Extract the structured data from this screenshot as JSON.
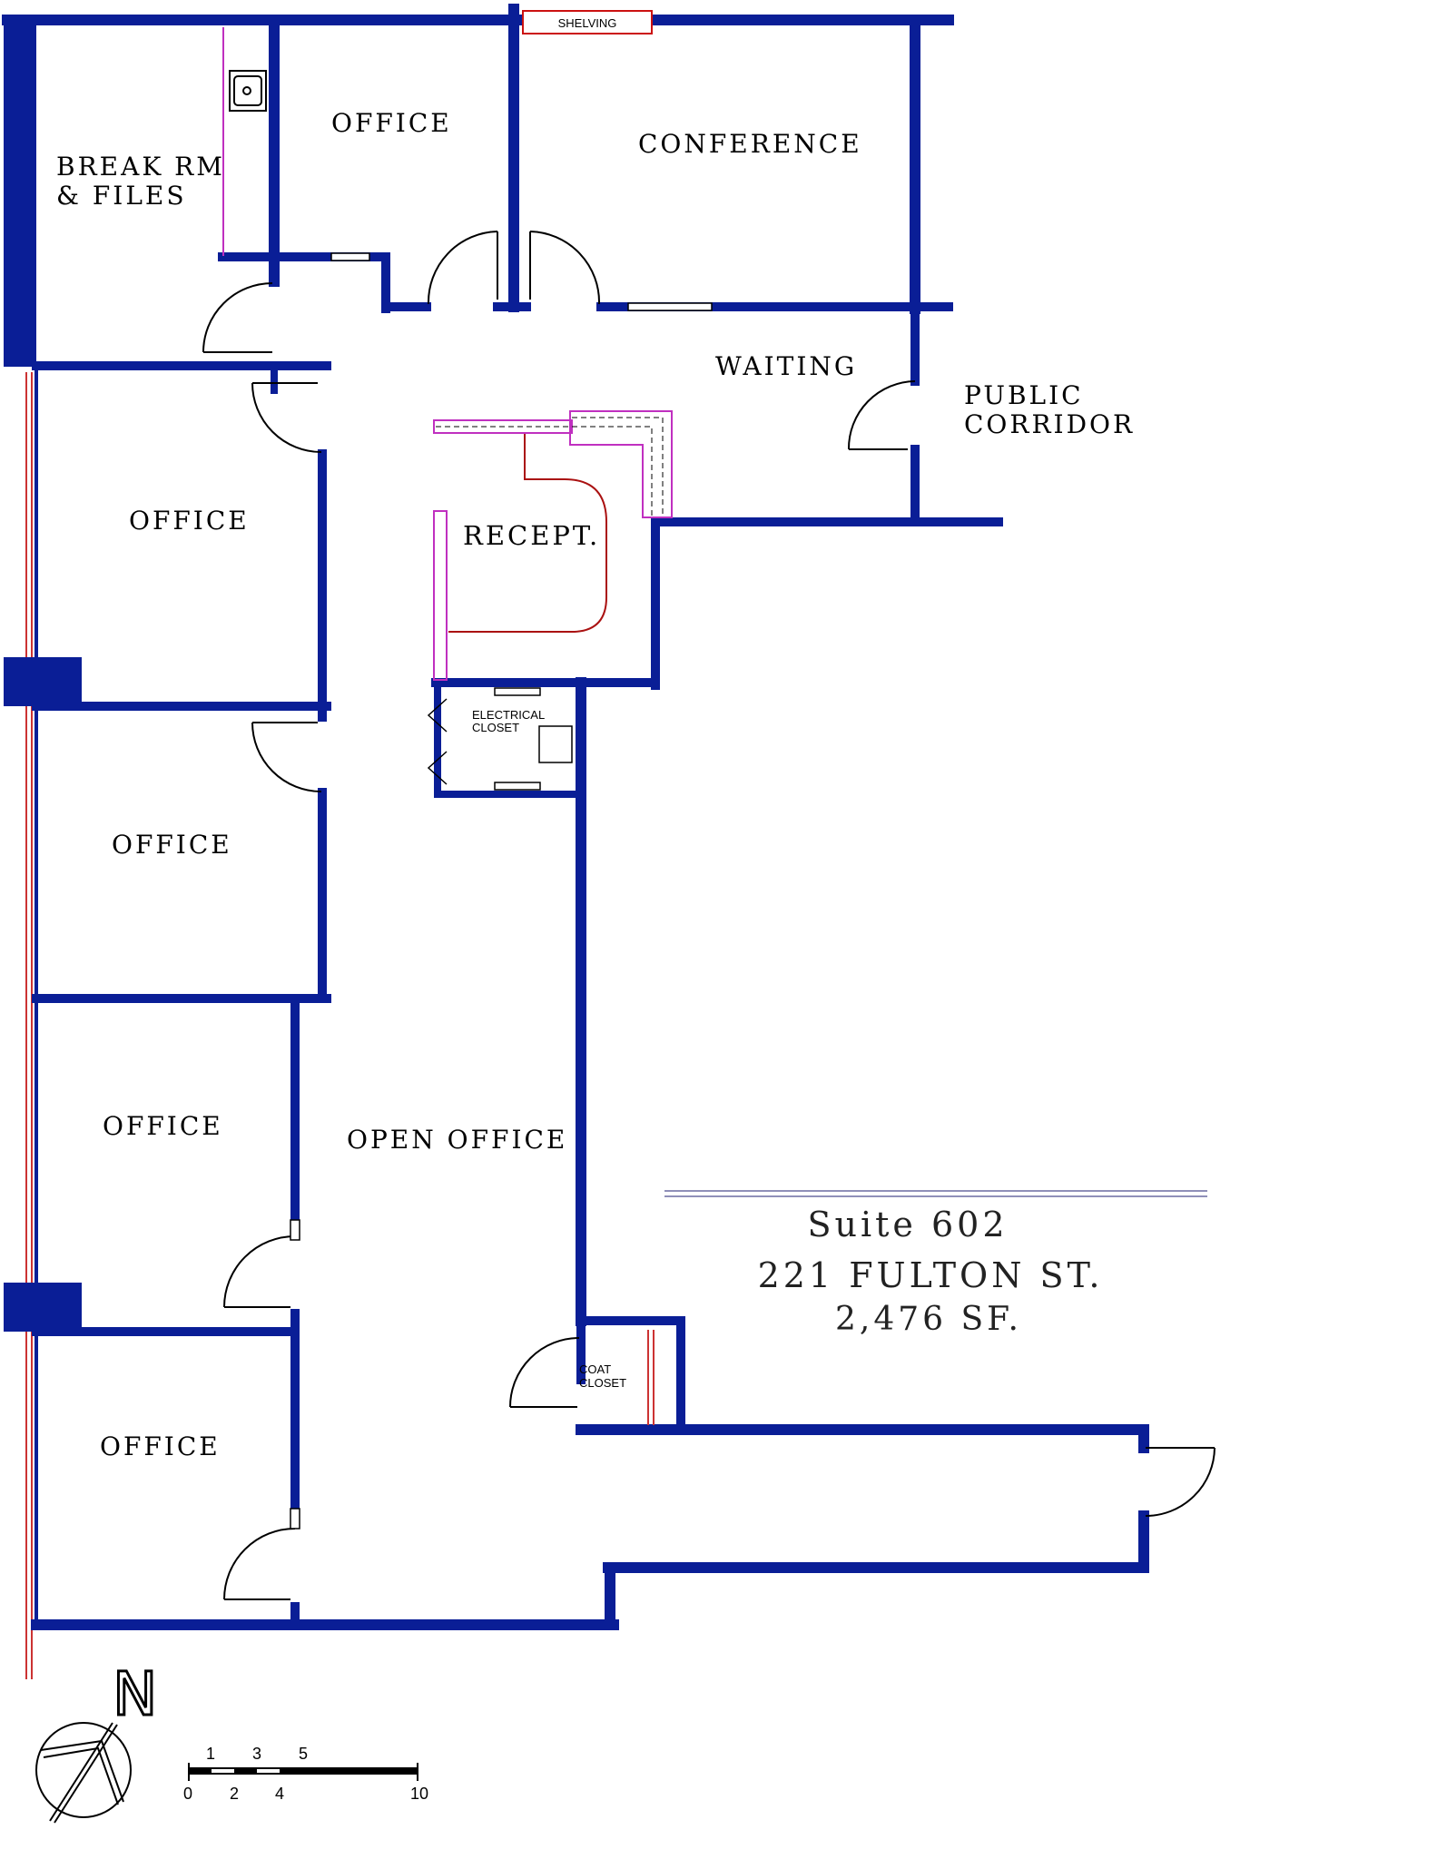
{
  "colors": {
    "wall": "#0a1e96",
    "casework": "#c030c0",
    "counter": "#aa1111",
    "window": "#cc3333"
  },
  "rooms": {
    "break_room": [
      "BREAK  RM",
      "&  FILES"
    ],
    "office_top": "OFFICE",
    "conference": "CONFERENCE",
    "waiting": "WAITING",
    "public_corridor": [
      "PUBLIC",
      "CORRIDOR"
    ],
    "reception": "RECEPT.",
    "office_1": "OFFICE",
    "office_2": "OFFICE",
    "office_3": "OFFICE",
    "office_4": "OFFICE",
    "open_office": "OPEN  OFFICE",
    "shelving": "SHELVING",
    "electrical_closet": [
      "ELECTRICAL",
      "CLOSET"
    ],
    "coat_closet": [
      "COAT",
      "CLOSET"
    ]
  },
  "suite": {
    "name": "Suite  602",
    "address": "221  FULTON  ST.",
    "area": "2,476  SF."
  },
  "north_label": "N",
  "scale": {
    "top_ticks": [
      "1",
      "3",
      "5"
    ],
    "bottom_ticks": [
      "0",
      "2",
      "4",
      "10"
    ]
  }
}
